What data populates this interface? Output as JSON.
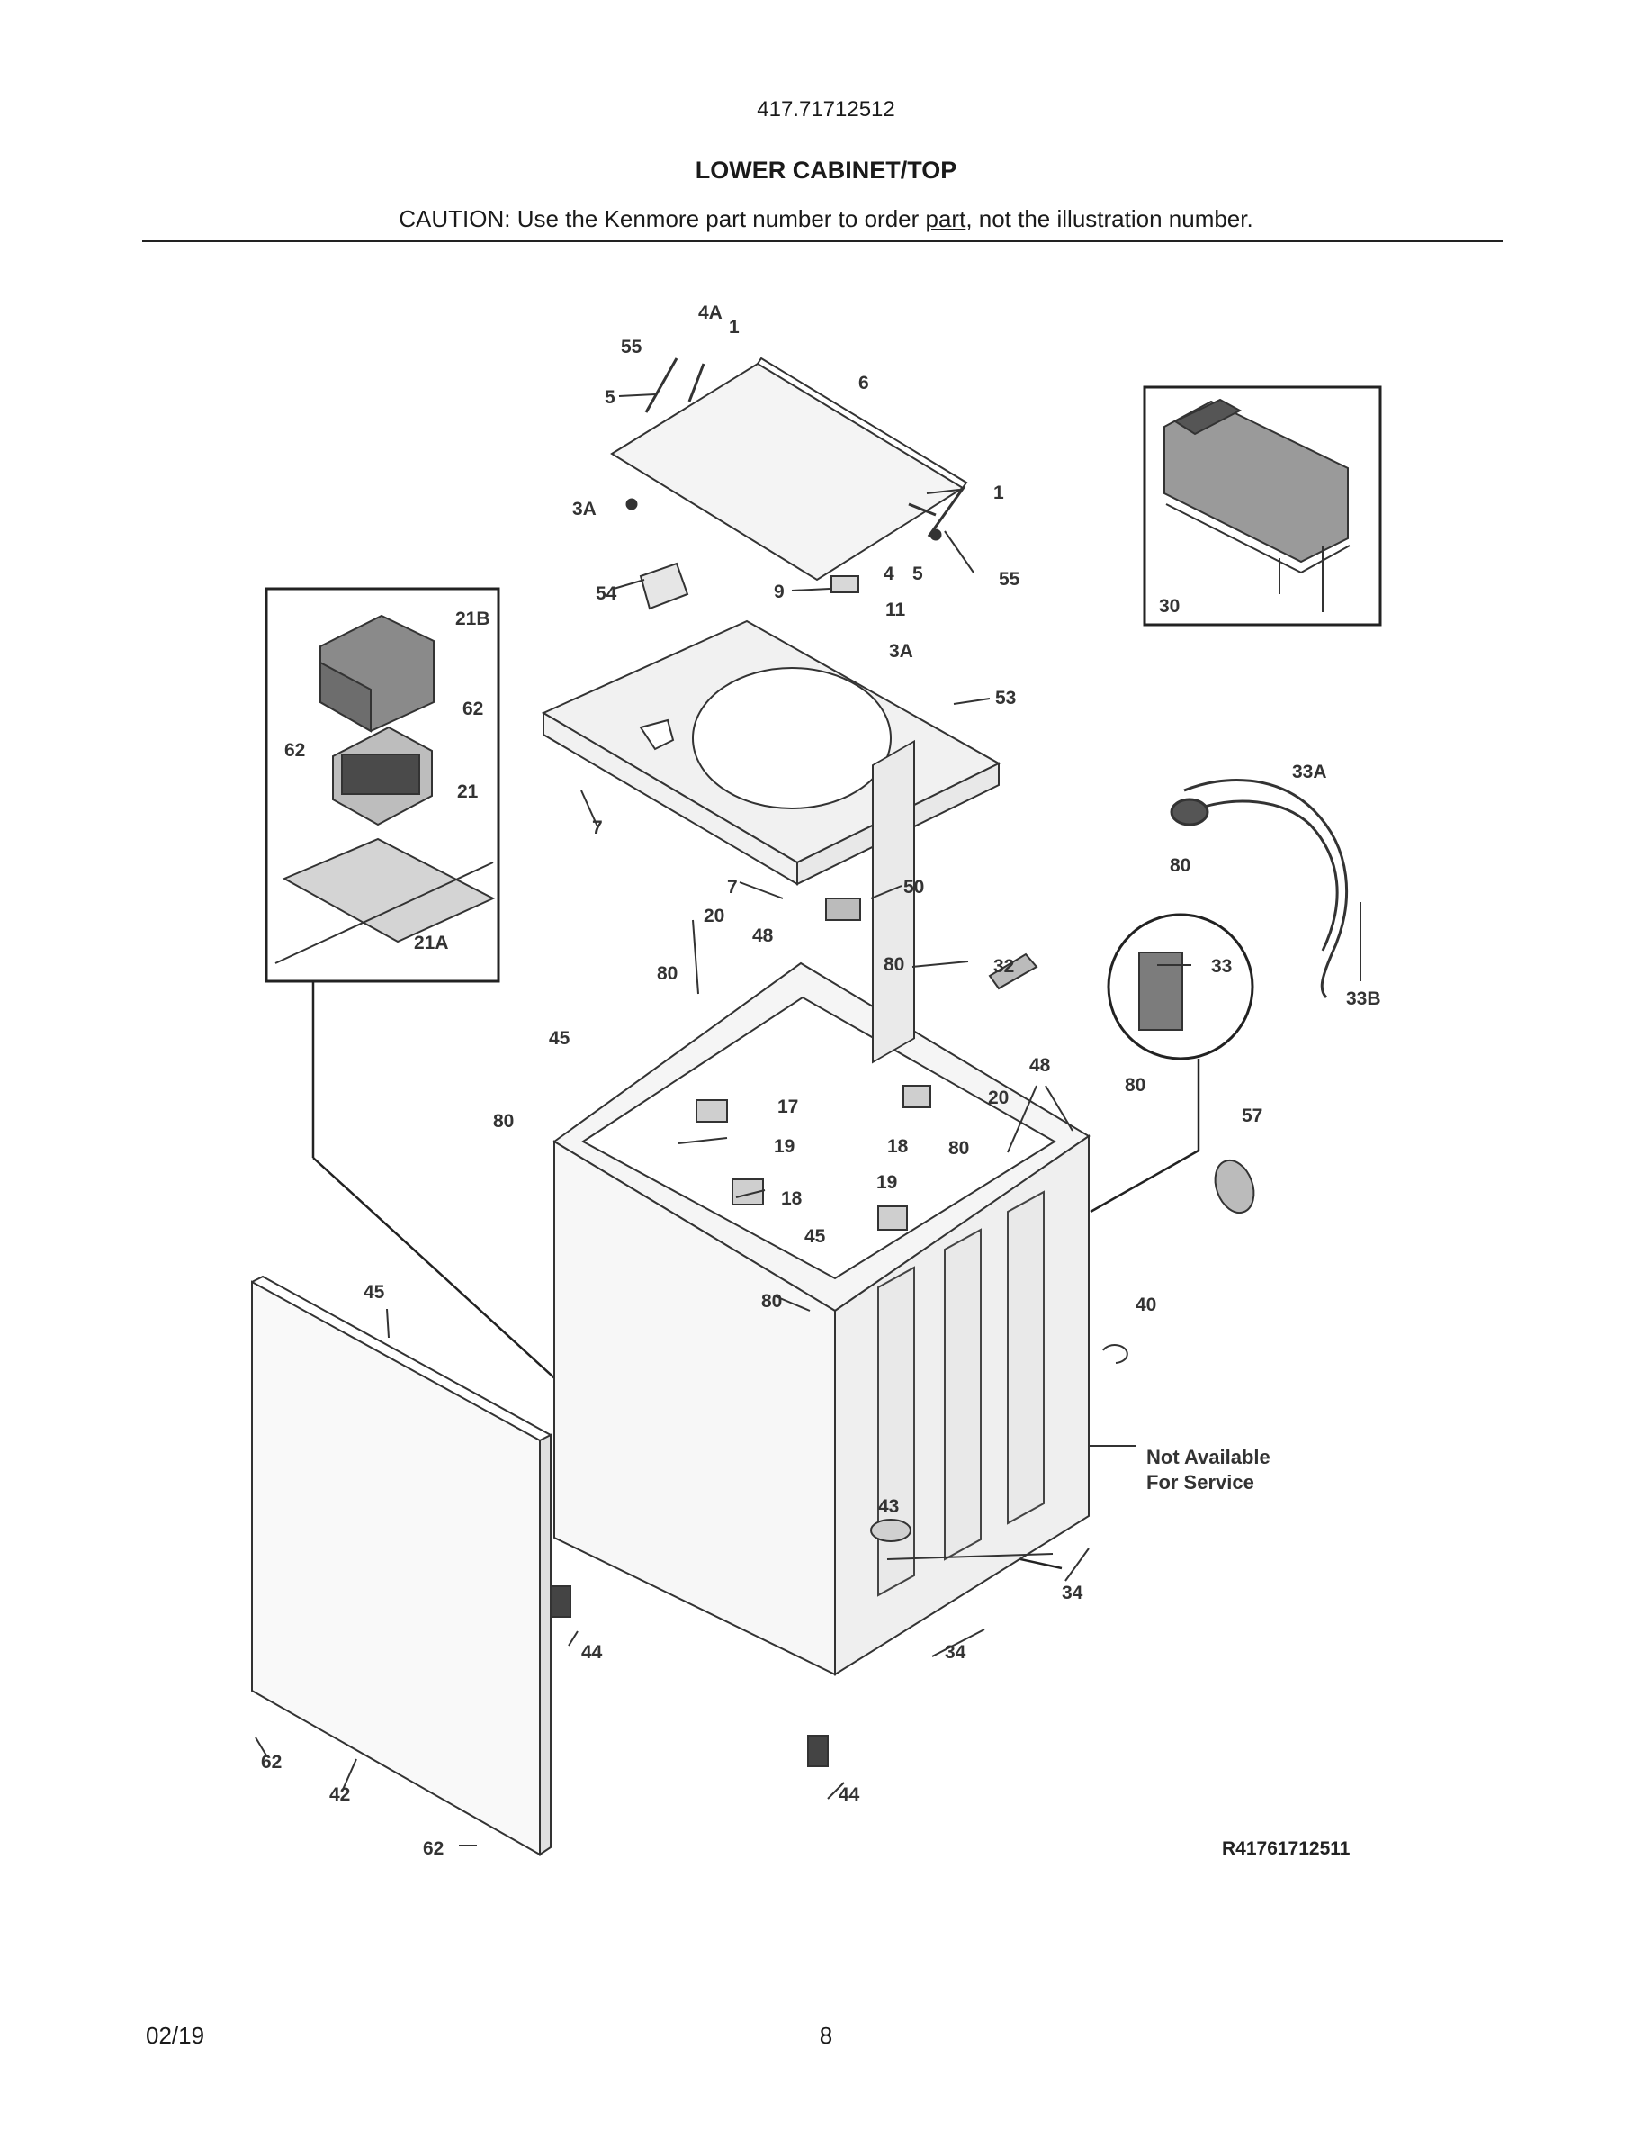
{
  "header": {
    "model": "417.71712512",
    "title": "LOWER CABINET/TOP",
    "caution_prefix": "CAUTION: Use the Kenmore part number to order ",
    "caution_link": "part",
    "caution_suffix": ", not the illustration number."
  },
  "diagram": {
    "callouts": {
      "c_4A": "4A",
      "c_1a": "1",
      "c_55a": "55",
      "c_5a": "5",
      "c_6": "6",
      "c_3Aa": "3A",
      "c_1b": "1",
      "c_4": "4",
      "c_5b": "5",
      "c_55b": "55",
      "c_54": "54",
      "c_9": "9",
      "c_11": "11",
      "c_3Ab": "3A",
      "c_21B": "21B",
      "c_62a": "62",
      "c_62b": "62",
      "c_21": "21",
      "c_21A": "21A",
      "c_30": "30",
      "c_53": "53",
      "c_7a": "7",
      "c_33A": "33A",
      "c_80a": "80",
      "c_7b": "7",
      "c_50": "50",
      "c_20a": "20",
      "c_48a": "48",
      "c_80b": "80",
      "c_80c": "80",
      "c_32": "32",
      "c_33": "33",
      "c_33B": "33B",
      "c_45a": "45",
      "c_17": "17",
      "c_48b": "48",
      "c_20b": "20",
      "c_80d": "80",
      "c_80e": "80",
      "c_57": "57",
      "c_18a": "18",
      "c_80f": "80",
      "c_19a": "19",
      "c_19b": "19",
      "c_18b": "18",
      "c_45b": "45",
      "c_80g": "80",
      "c_40": "40",
      "c_45c": "45",
      "c_43": "43",
      "c_34a": "34",
      "c_34b": "34",
      "c_44a": "44",
      "c_44b": "44",
      "c_62c": "62",
      "c_42": "42",
      "c_62d": "62"
    },
    "not_available_line1": "Not Available",
    "not_available_line2": "For Service",
    "drawing_number": "R41761712511"
  },
  "footer": {
    "date": "02/19",
    "page": "8"
  }
}
